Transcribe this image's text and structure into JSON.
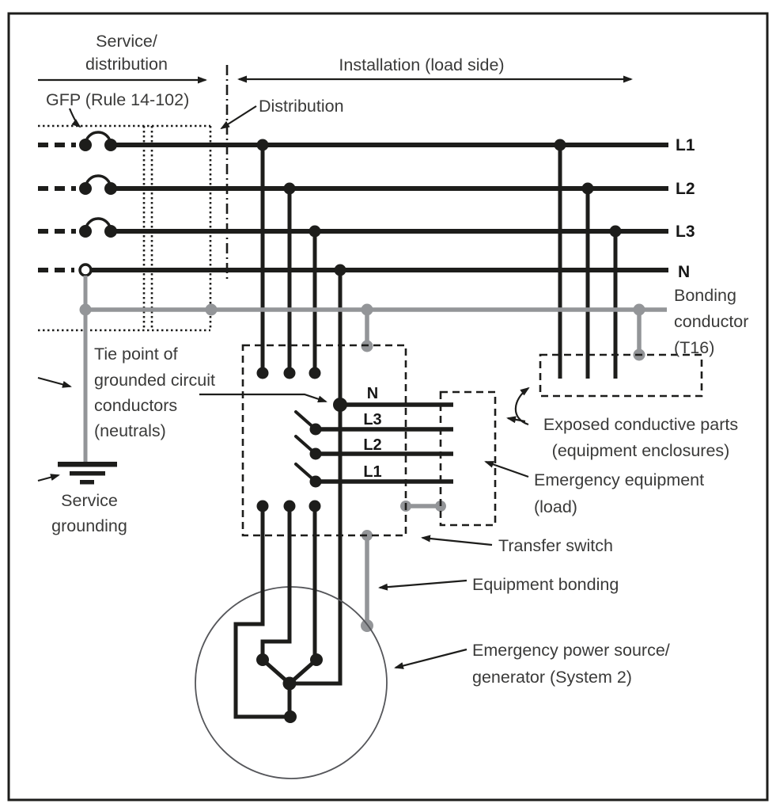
{
  "colors": {
    "line_black": "#1d1d1b",
    "conductor_gray": "#939598",
    "annotation_text": "#3a3a39",
    "background": "#ffffff"
  },
  "regions": {
    "service": {
      "line1": "Service/",
      "line2": "distribution"
    },
    "installation": "Installation (load side)"
  },
  "conductors": {
    "l1": "L1",
    "l2": "L2",
    "l3": "L3",
    "neutral": "N",
    "bonding": {
      "line1": "Bonding",
      "line2": "conductor",
      "line3": "(T16)"
    }
  },
  "switch_labels": {
    "n": "N",
    "l3": "L3",
    "l2": "L2",
    "l1": "L1"
  },
  "annotations": {
    "gfp": "GFP (Rule 14-102)",
    "distribution": "Distribution",
    "tie_point": {
      "line1": "Tie point of",
      "line2": "grounded circuit",
      "line3": "conductors",
      "line4": "(neutrals)"
    },
    "service_grounding": {
      "line1": "Service",
      "line2": "grounding"
    },
    "exposed_parts": {
      "line1": "Exposed conductive parts",
      "line2": "(equipment enclosures)"
    },
    "emergency_equipment": {
      "line1": "Emergency equipment",
      "line2": "(load)"
    },
    "transfer_switch": "Transfer switch",
    "equipment_bonding": "Equipment bonding",
    "emergency_power": {
      "line1": "Emergency power source/",
      "line2": "generator (System 2)"
    }
  }
}
